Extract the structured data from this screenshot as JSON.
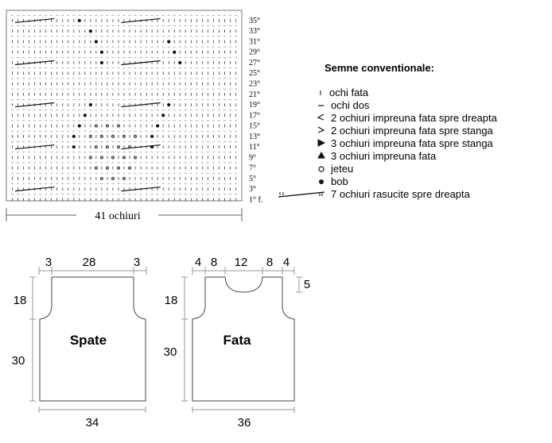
{
  "chart": {
    "row_labels": [
      "35°",
      "33°",
      "31°",
      "29°",
      "27°",
      "25°",
      "23°",
      "21°",
      "19°",
      "17°",
      "15°",
      "13°",
      "11°",
      "9°",
      "7°",
      "5°",
      "3°",
      "1° f."
    ],
    "width_label": "41 ochiuri"
  },
  "legend": {
    "title": "Semne conventionale:",
    "items": [
      {
        "symbol": "knit-stitch-icon",
        "label": "ochi fata"
      },
      {
        "symbol": "purl-stitch-icon",
        "label": "ochi dos"
      },
      {
        "symbol": "k2tog-right-icon",
        "label": "2 ochiuri impreuna fata spre dreapta"
      },
      {
        "symbol": "k2tog-left-icon",
        "label": "2 ochiuri impreuna fata spre stanga"
      },
      {
        "symbol": "k3tog-left-icon",
        "label": "3 ochiuri impreuna fata spre stanga"
      },
      {
        "symbol": "k3tog-icon",
        "label": "3 ochiuri impreuna fata"
      },
      {
        "symbol": "yarn-over-icon",
        "label": "jeteu"
      },
      {
        "symbol": "bobble-icon",
        "label": "bob"
      },
      {
        "symbol": "cable-7-right-icon",
        "label": "7 ochiuri rasucite spre dreapta"
      }
    ]
  },
  "back": {
    "name": "Spate",
    "top_left": "3",
    "top_mid": "28",
    "top_right": "3",
    "side_upper": "18",
    "side_lower": "30",
    "bottom": "34"
  },
  "front": {
    "name": "Fata",
    "top_1": "4",
    "top_2": "8",
    "top_3": "12",
    "top_4": "8",
    "top_5": "4",
    "neck_depth": "5",
    "side_upper": "18",
    "side_lower": "30",
    "bottom": "36"
  }
}
